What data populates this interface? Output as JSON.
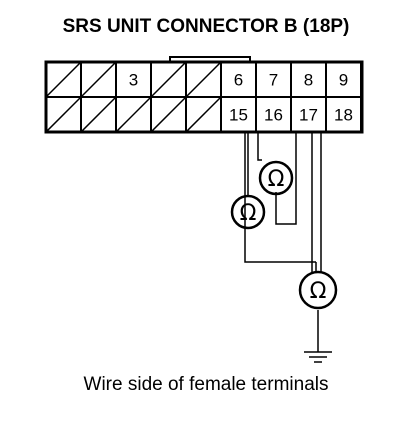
{
  "title": "SRS UNIT CONNECTOR B (18P)",
  "caption": "Wire side of female terminals",
  "terminals": {
    "top_row": [
      {
        "label": ""
      },
      {
        "label": ""
      },
      {
        "label": "3"
      },
      {
        "label": ""
      },
      {
        "label": ""
      },
      {
        "label": "6"
      },
      {
        "label": "7"
      },
      {
        "label": "8"
      },
      {
        "label": "9"
      }
    ],
    "bottom_row": [
      {
        "label": ""
      },
      {
        "label": ""
      },
      {
        "label": ""
      },
      {
        "label": ""
      },
      {
        "label": ""
      },
      {
        "label": "15"
      },
      {
        "label": "16"
      },
      {
        "label": "17"
      },
      {
        "label": "18"
      }
    ]
  },
  "ohmmeters": [
    {
      "symbol": "Ω",
      "between": [
        "15",
        "17"
      ]
    },
    {
      "symbol": "Ω",
      "between": [
        "16",
        "17"
      ]
    },
    {
      "symbol": "Ω",
      "between": [
        "17",
        "ground"
      ]
    }
  ],
  "ground": {
    "icon": "ground-symbol"
  }
}
